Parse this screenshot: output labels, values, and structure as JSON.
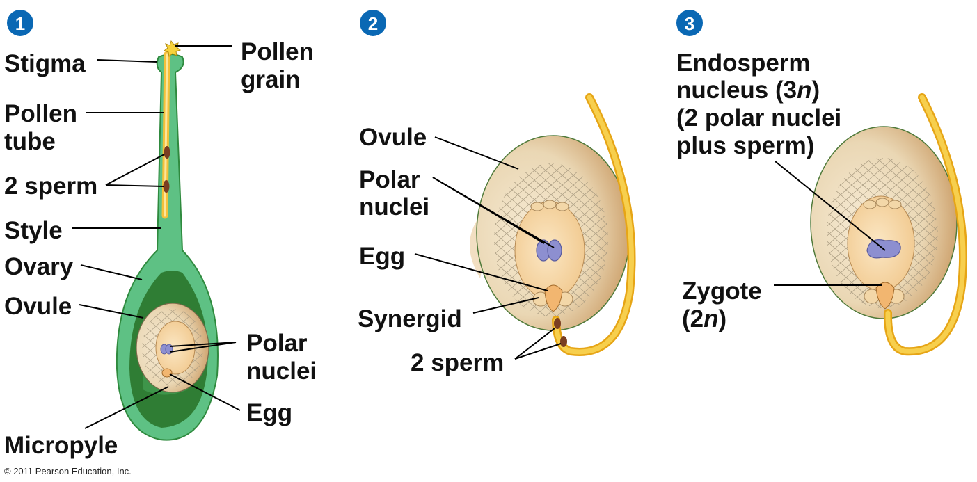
{
  "panels": [
    {
      "step": "1"
    },
    {
      "step": "2"
    },
    {
      "step": "3"
    }
  ],
  "panel1": {
    "stigma": "Stigma",
    "pollen_tube_1": "Pollen",
    "pollen_tube_2": "tube",
    "sperm": "2 sperm",
    "style": "Style",
    "ovary": "Ovary",
    "ovule": "Ovule",
    "micropyle": "Micropyle",
    "pollen_grain_1": "Pollen",
    "pollen_grain_2": "grain",
    "polar_nuclei_1": "Polar",
    "polar_nuclei_2": "nuclei",
    "egg": "Egg"
  },
  "panel2": {
    "ovule": "Ovule",
    "polar_nuclei_1": "Polar",
    "polar_nuclei_2": "nuclei",
    "egg": "Egg",
    "synergid": "Synergid",
    "sperm": "2 sperm"
  },
  "panel3": {
    "endosperm_1": "Endosperm",
    "endosperm_2a": "nucleus (3",
    "endosperm_2n": "n",
    "endosperm_2b": ")",
    "endosperm_3": "(2 polar nuclei",
    "endosperm_4": "plus sperm)",
    "zygote_1": "Zygote",
    "zygote_2a": "(2",
    "zygote_2n": "n",
    "zygote_2b": ")"
  },
  "copyright": "© 2011 Pearson Education, Inc.",
  "colors": {
    "badge": "#0a68b4",
    "carpel": "#5ec184",
    "carpel_dark": "#2f8a3e",
    "ovary_cavity": "#2f7d34",
    "pollen_tube": "#f4c03a",
    "ovule": "#eee0c4",
    "embryo_sac": "#f6d9a8",
    "nucleus": "#8d8fd0",
    "sperm": "#7a3e22"
  }
}
